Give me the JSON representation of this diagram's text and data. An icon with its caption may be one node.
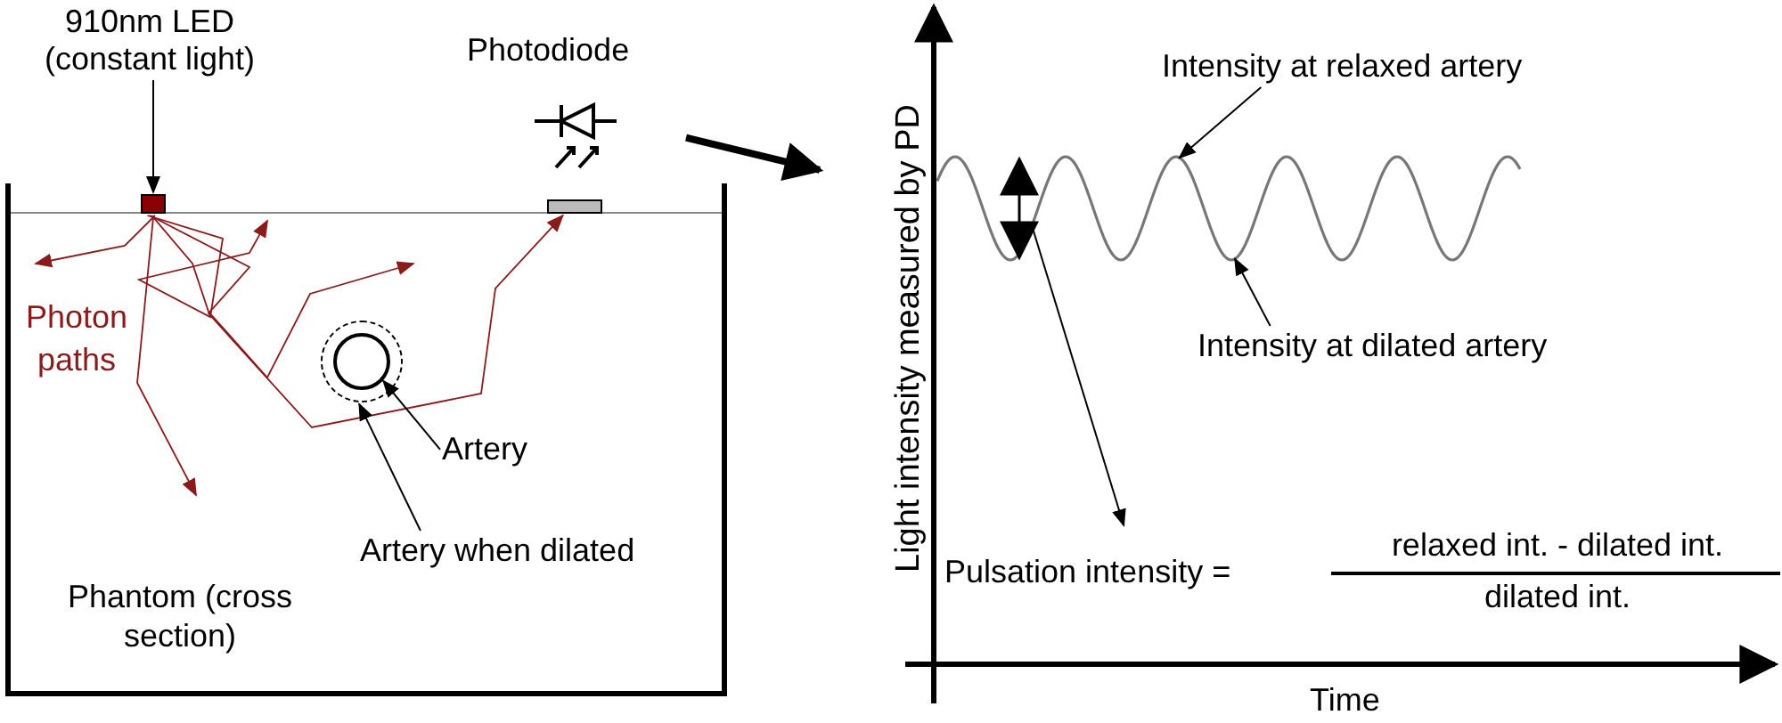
{
  "diagram": {
    "nodes": [
      {
        "text": [
          "Phantom (cross section)"
        ]
      },
      {
        "text": [
          "910nm LED (constant light)"
        ]
      },
      {
        "text": [],
        "shape": "box",
        "in": 0
      },
      {
        "text": [
          "Photodiode"
        ]
      },
      {
        "text": [],
        "shape": "bar",
        "in": 0
      },
      {
        "text": [],
        "shape": "circle",
        "in": 6
      },
      {
        "text": [],
        "shape": "circle",
        "in": 0
      },
      {
        "text": [
          "Artery"
        ],
        "in": 0
      },
      {
        "text": [
          "Artery when dilated"
        ],
        "in": 0
      },
      {
        "text": [],
        "shape": "wave"
      },
      {
        "text": [
          "Intensity at relaxed artery"
        ]
      },
      {
        "text": [
          "Intensity at dilated artery"
        ]
      },
      {
        "text": [
          "Pulsation intensity =",
          "relaxed int. - dilated int.",
          "dilated int."
        ]
      }
    ],
    "edges": [
      {
        "from": 2,
        "to": null,
        "arrow": "to",
        "color": "#8b1a1a"
      },
      {
        "from": 2,
        "to": null,
        "arrow": "to",
        "color": "#8b1a1a"
      },
      {
        "from": 2,
        "to": null,
        "arrow": "to",
        "color": "#8b1a1a"
      },
      {
        "from": 2,
        "to": 4,
        "arrow": "to",
        "color": "#8b1a1a"
      },
      {
        "from": 2,
        "to": null,
        "arrow": "to",
        "color": "#8b1a1a"
      },
      {
        "from": 1,
        "to": 2,
        "arrow": "to"
      },
      {
        "from": 3,
        "to": 9,
        "arrow": "to",
        "style": "thick"
      },
      {
        "from": 7,
        "to": 5,
        "arrow": "to"
      },
      {
        "from": 8,
        "to": 6,
        "arrow": "to"
      },
      {
        "from": 10,
        "to": 9,
        "arrow": "to"
      },
      {
        "from": 11,
        "to": 9,
        "arrow": "to"
      },
      {
        "from": 9,
        "to": 12,
        "arrow": "to"
      }
    ],
    "labels": [
      "Photon paths",
      "Light intensity measured by PD",
      "Time"
    ]
  }
}
